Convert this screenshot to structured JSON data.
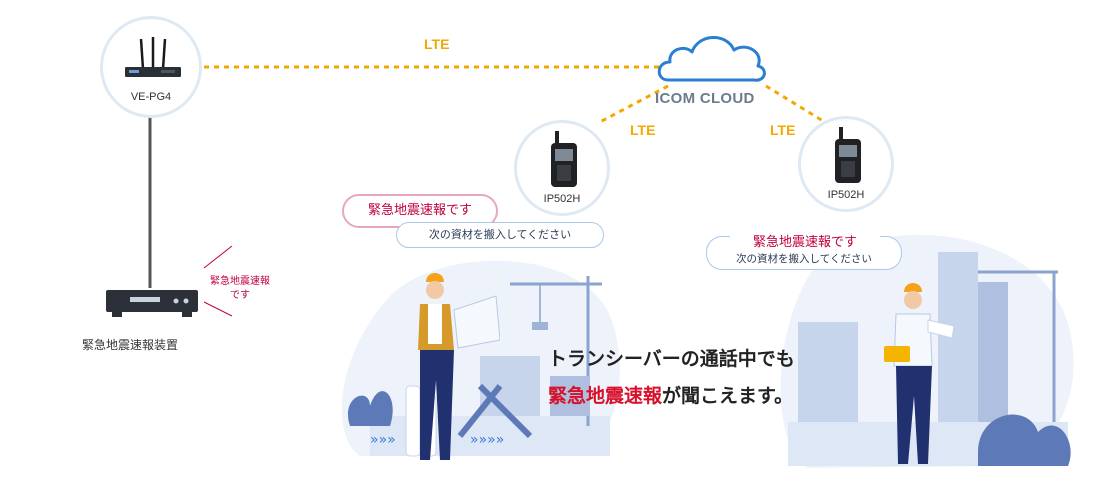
{
  "links": {
    "lte_top": "LTE",
    "lte_left": "LTE",
    "lte_right": "LTE"
  },
  "cloud": {
    "label": "ICOM CLOUD"
  },
  "gateway": {
    "label": "VE-PG4"
  },
  "radio_left": {
    "label": "IP502H"
  },
  "radio_right": {
    "label": "IP502H"
  },
  "alarm_device": {
    "label": "緊急地震速報装置",
    "signal_line1": "緊急地震速報",
    "signal_line2": "です"
  },
  "left_scene": {
    "bubble_alert": "緊急地震速報です",
    "bubble_speech": "次の資材を搬入してください"
  },
  "right_scene": {
    "bubble_alert": "緊急地震速報です",
    "bubble_speech": "次の資材を搬入してください"
  },
  "headline": {
    "line1": "トランシーバーの通話中でも",
    "line2_highlight": "緊急地震速報",
    "line2_rest": "が聞こえます。"
  },
  "colors": {
    "lte_link": "#f2a800",
    "alert_text": "#c0003c",
    "highlight": "#d8102a",
    "scene_blue": "#5d79b8"
  }
}
